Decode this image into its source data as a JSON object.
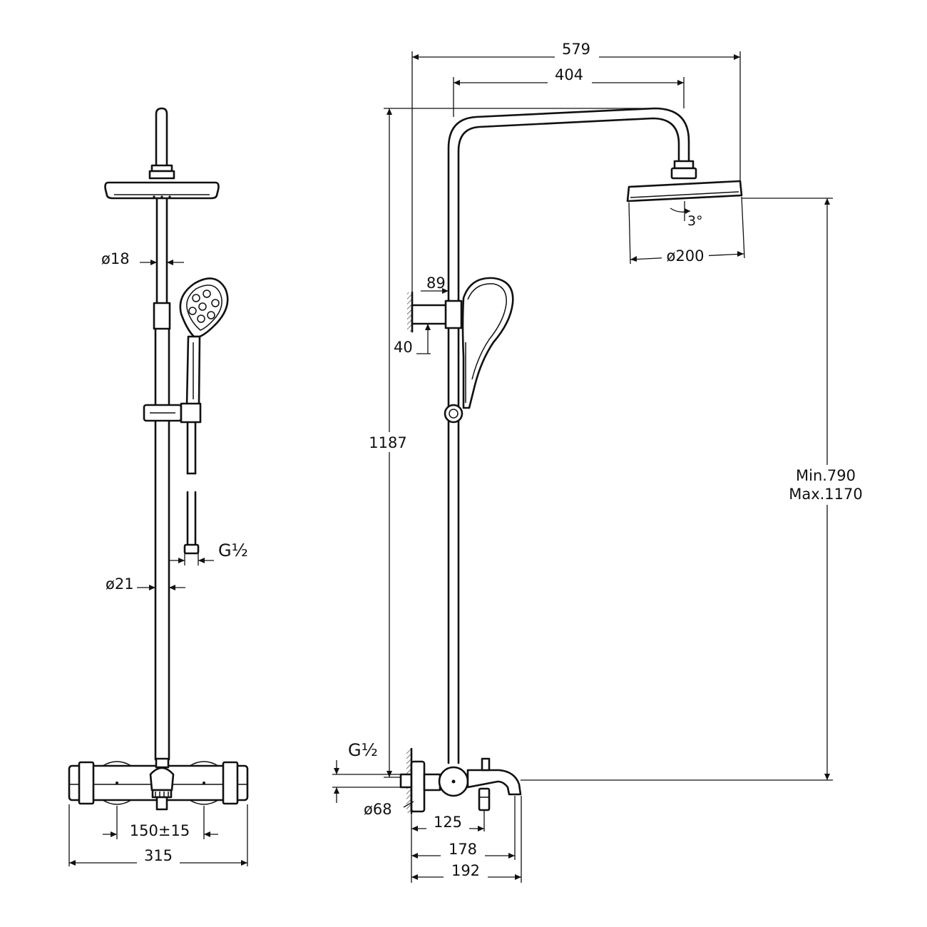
{
  "front_view": {
    "dims": {
      "head_pipe_dia": "ø18",
      "column_dia": "ø21",
      "hose_thread": "G½",
      "inlet_spacing": "150±15",
      "body_width": "315"
    }
  },
  "side_view": {
    "dims": {
      "total_projection": "579",
      "arm_projection": "404",
      "total_height": "1187",
      "holder_offset": "89",
      "holder_height": "40",
      "head_tilt": "3°",
      "head_dia": "ø200",
      "adjust_min": "Min.790",
      "adjust_max": "Max.1170",
      "inlet_thread": "G½",
      "escutcheon_dia": "ø68",
      "dim_125": "125",
      "dim_178": "178",
      "dim_192": "192"
    }
  }
}
